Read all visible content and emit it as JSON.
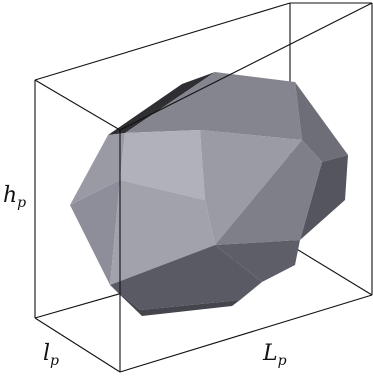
{
  "diagram": {
    "labels": {
      "height": {
        "symbol": "h",
        "subscript": "p"
      },
      "depth": {
        "symbol": "l",
        "subscript": "p"
      },
      "length": {
        "symbol": "L",
        "subscript": "p"
      }
    },
    "colors": {
      "box_edges": "#111111",
      "face_light": "#b1b1bc",
      "face_mid": "#8e8e9a",
      "face_dark": "#5a5a65",
      "face_darkest": "#2e2e33"
    }
  }
}
